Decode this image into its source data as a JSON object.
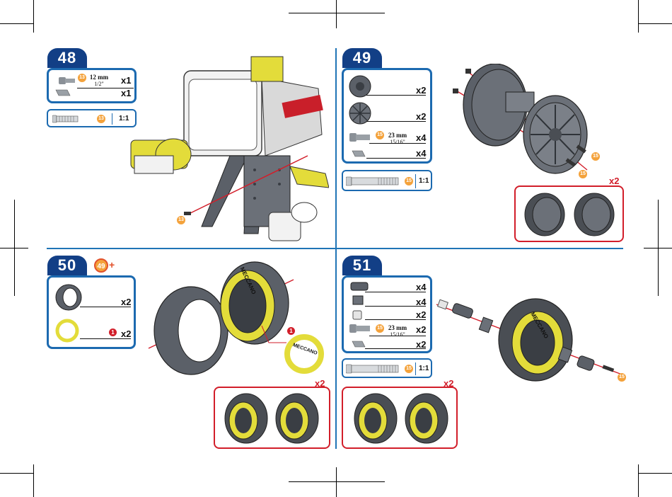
{
  "steps": {
    "s48": {
      "number": "48",
      "parts": [
        {
          "qty": "x1",
          "size": "12 mm",
          "size_sub": "1/2\"",
          "ref": "13"
        },
        {
          "qty": "x1"
        }
      ],
      "scale": {
        "ratio": "1:1",
        "ref": "13"
      },
      "callout_ref": "13"
    },
    "s49": {
      "number": "49",
      "parts": [
        {
          "qty": "x2"
        },
        {
          "qty": "x2"
        },
        {
          "qty": "x4",
          "size": "23 mm",
          "size_sub": "15/16\"",
          "ref": "15"
        },
        {
          "qty": "x4"
        }
      ],
      "scale": {
        "ratio": "1:1",
        "ref": "15"
      },
      "callout_refs": [
        "15",
        "15"
      ],
      "multiplier": "x2"
    },
    "s50": {
      "number": "50",
      "ref_step": "49",
      "plus": "+",
      "parts": [
        {
          "qty": "x2"
        },
        {
          "qty": "x2",
          "ref": "1"
        }
      ],
      "ring_text": "MECCANO",
      "tire_text": "MECCANO",
      "callout_ref": "1",
      "multiplier": "x2"
    },
    "s51": {
      "number": "51",
      "parts": [
        {
          "qty": "x4"
        },
        {
          "qty": "x4"
        },
        {
          "qty": "x2"
        },
        {
          "qty": "x2",
          "size": "23 mm",
          "size_sub": "15/16\"",
          "ref": "15"
        },
        {
          "qty": "x2"
        }
      ],
      "scale": {
        "ratio": "1:1",
        "ref": "15"
      },
      "tire_text": "MECCANO",
      "callout_ref": "15",
      "multiplier": "x2"
    }
  },
  "brand_text": "MECCANO",
  "colors": {
    "accent_blue": "#1c6ab0",
    "badge_navy": "#123f86",
    "alert_red": "#d21e2a",
    "part_orange": "#f4a23b",
    "robot_yellow": "#e3dc3a",
    "metal_grey": "#5b6068"
  }
}
